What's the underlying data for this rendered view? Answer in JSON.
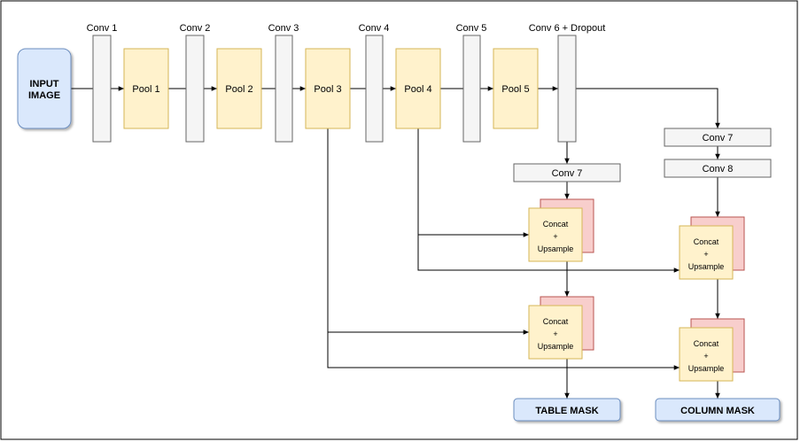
{
  "input": {
    "label_line1": "INPUT",
    "label_line2": "IMAGE"
  },
  "encoder": {
    "conv_labels": [
      "Conv 1",
      "Conv 2",
      "Conv 3",
      "Conv 4",
      "Conv 5",
      "Conv 6 + Dropout"
    ],
    "pool_labels": [
      "Pool 1",
      "Pool 2",
      "Pool 3",
      "Pool 4",
      "Pool 5"
    ]
  },
  "table_branch": {
    "conv7_label": "Conv 7",
    "concat_line1": "Concat",
    "concat_line2": "+",
    "concat_line3": "Upsample",
    "output_label": "TABLE MASK"
  },
  "column_branch": {
    "conv7_label": "Conv 7",
    "conv8_label": "Conv 8",
    "concat_line1": "Concat",
    "concat_line2": "+",
    "concat_line3": "Upsample",
    "output_label": "COLUMN MASK"
  },
  "colors": {
    "input_fill": "#dae8fc",
    "input_stroke": "#6c8ebf",
    "pool_fill": "#fff2cc",
    "pool_stroke": "#d6b656",
    "conv_fill": "#f5f5f5",
    "conv_stroke": "#666666",
    "concat_back_fill": "#f8cecc",
    "concat_back_stroke": "#b85450",
    "edge": "#000000"
  }
}
